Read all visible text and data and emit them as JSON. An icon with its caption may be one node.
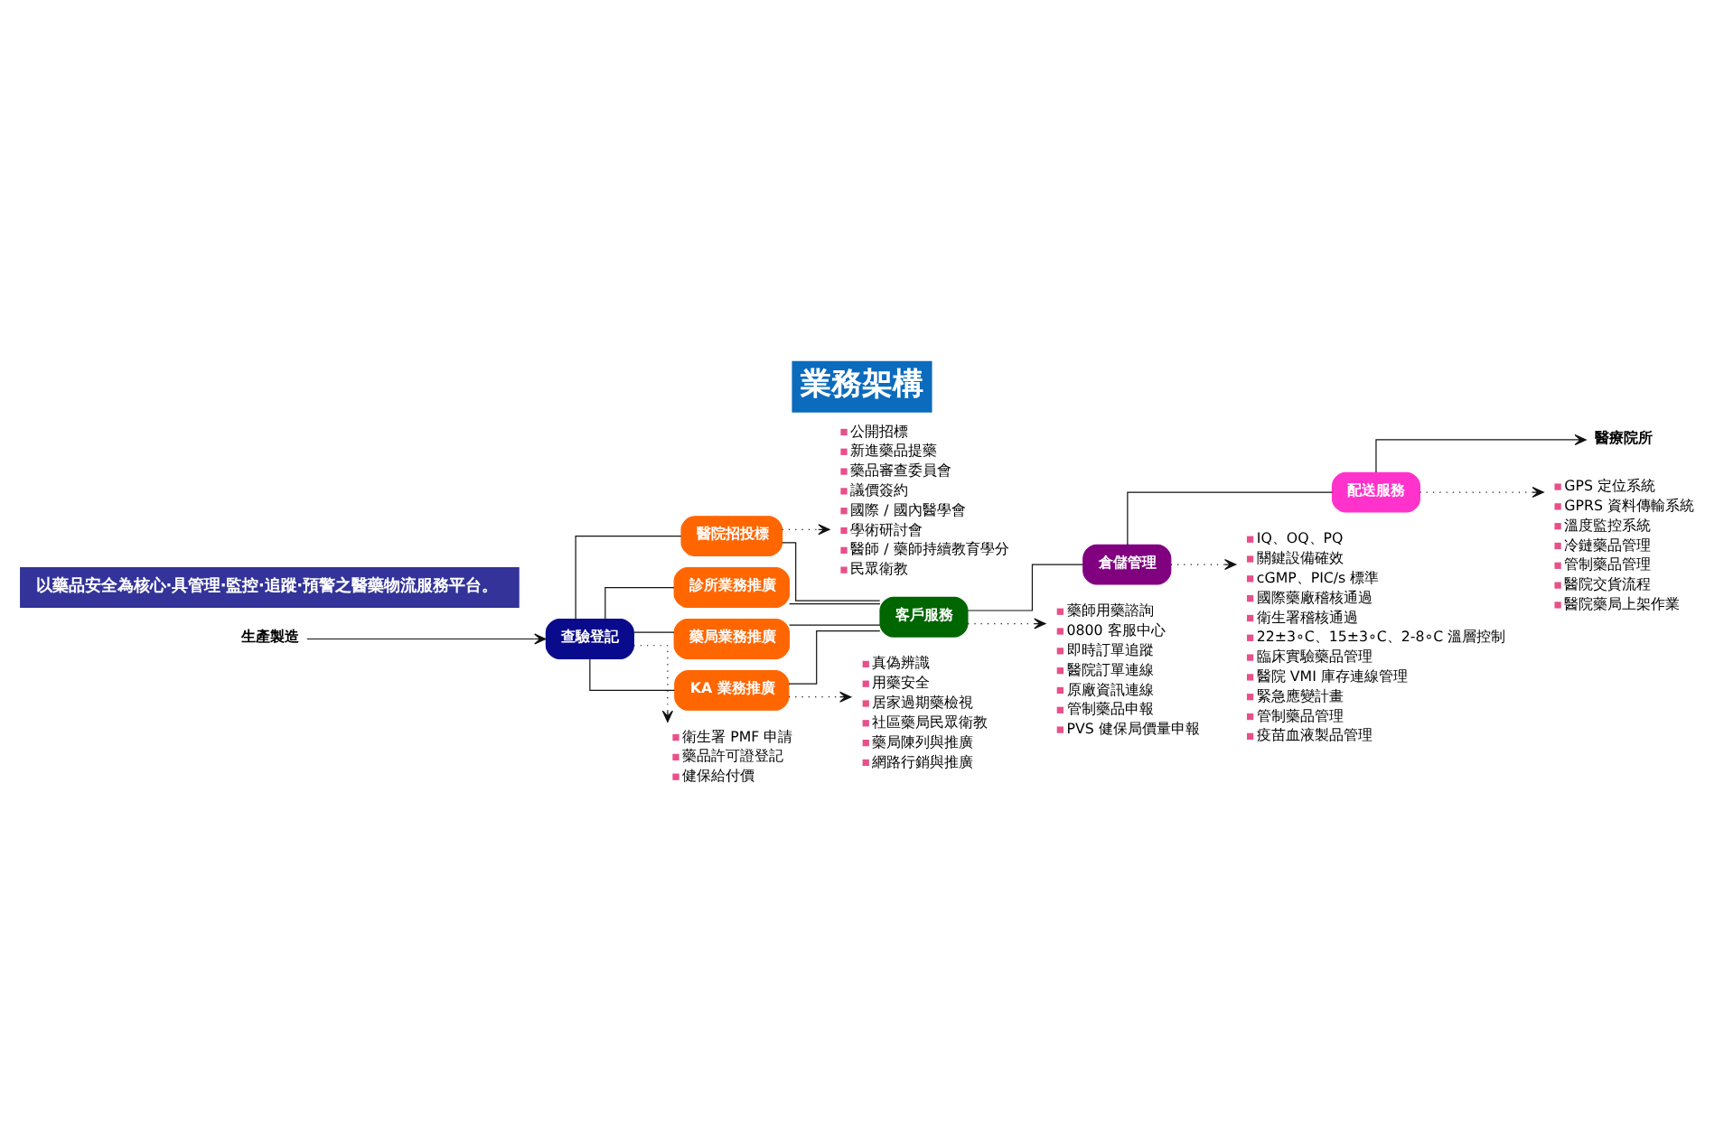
{
  "diagram": {
    "title": "業務架構",
    "nodes": [
      {
        "text": [
          "生產製造"
        ]
      },
      {
        "text": [
          "查驗登記"
        ]
      },
      {
        "text": [
          "醫院招投標"
        ]
      },
      {
        "text": [
          "診所業務推廣"
        ]
      },
      {
        "text": [
          "藥局業務推廣"
        ]
      },
      {
        "text": [
          "KA 業務推廣"
        ]
      },
      {
        "text": [
          "客戶服務"
        ]
      },
      {
        "text": [
          "倉儲管理"
        ]
      },
      {
        "text": [
          "配送服務"
        ]
      },
      {
        "text": [
          "醫療院所"
        ]
      },
      {
        "text": [
          "公開招標",
          "新進藥品提藥",
          "藥品審查委員會",
          "議價簽約",
          "國際 / 國內醫學會",
          "學術研討會",
          "醫師 / 藥師持續教育學分",
          "民眾衛教"
        ]
      },
      {
        "text": [
          "IQ、OQ、PQ",
          "關鍵設備確效",
          "cGMP、PIC/s 標準",
          "國際藥廠稽核通過",
          "衛生署稽核通過",
          "22±3∘C、15±3∘C、2-8∘C 溫層控制",
          "臨床實驗藥品管理",
          "醫院 VMI 庫存連線管理",
          "緊急應變計畫",
          "管制藥品管理",
          "疫苗血液製品管理"
        ]
      },
      {
        "text": [
          "真偽辨識",
          "用藥安全",
          "居家過期藥檢視",
          "社區藥局民眾衛教",
          "藥局陳列與推廣",
          "網路行銷與推廣"
        ]
      },
      {
        "text": [
          "藥師用藥諮詢",
          "0800 客服中心",
          "即時訂單追蹤",
          "醫院訂單連線",
          "原廠資訊連線",
          "管制藥品申報",
          "PVS 健保局價量申報"
        ]
      },
      {
        "text": [
          "GPS 定位系統",
          "GPRS 資料傳輸系統",
          "溫度監控系統",
          "冷鏈藥品管理",
          "管制藥品管理",
          "醫院交貨流程",
          "醫院藥局上架作業"
        ]
      },
      {
        "text": [
          "衛生署 PMF 申請",
          "藥品許可證登記",
          "健保給付價"
        ]
      },
      {
        "text": [
          "以藥品安全為核心‧具管理‧監控‧追蹤‧預警之醫藥物流服務平台。"
        ]
      }
    ],
    "edges": [
      {
        "from": 0,
        "to": 1,
        "arrow": "to"
      },
      {
        "from": 1,
        "to": 2,
        "arrow": "none"
      },
      {
        "from": 1,
        "to": 3,
        "arrow": "none"
      },
      {
        "from": 1,
        "to": 4,
        "arrow": "none"
      },
      {
        "from": 1,
        "to": 5,
        "arrow": "none"
      },
      {
        "from": 2,
        "to": 6,
        "arrow": "none"
      },
      {
        "from": 3,
        "to": 6,
        "arrow": "none"
      },
      {
        "from": 4,
        "to": 6,
        "arrow": "none"
      },
      {
        "from": 5,
        "to": 6,
        "arrow": "none"
      },
      {
        "from": 6,
        "to": 7,
        "arrow": "none"
      },
      {
        "from": 7,
        "to": 8,
        "arrow": "none"
      },
      {
        "from": 8,
        "to": 9,
        "arrow": "to"
      },
      {
        "from": 2,
        "to": 10,
        "arrow": "to",
        "style": "dashed"
      },
      {
        "from": 7,
        "to": 11,
        "arrow": "to",
        "style": "dashed"
      },
      {
        "from": 5,
        "to": 12,
        "arrow": "to",
        "style": "dashed"
      },
      {
        "from": 6,
        "to": 13,
        "arrow": "to",
        "style": "dashed"
      },
      {
        "from": 8,
        "to": 14,
        "arrow": "to",
        "style": "dashed"
      },
      {
        "from": 1,
        "to": 15,
        "arrow": "to",
        "style": "dashed"
      }
    ]
  }
}
